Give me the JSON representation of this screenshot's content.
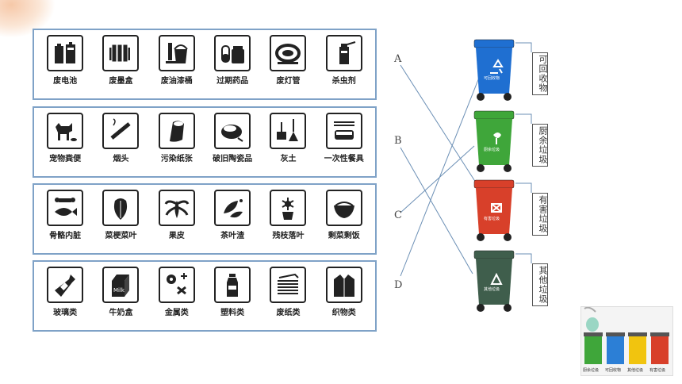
{
  "groups": [
    {
      "name": "harmful",
      "items": [
        {
          "label": "废电池",
          "icon": "battery-icon"
        },
        {
          "label": "废墨盒",
          "icon": "ink-cartridge-icon"
        },
        {
          "label": "废油漆桶",
          "icon": "paint-bucket-icon"
        },
        {
          "label": "过期药品",
          "icon": "medicine-icon"
        },
        {
          "label": "废灯管",
          "icon": "lamp-tube-icon"
        },
        {
          "label": "杀虫剂",
          "icon": "insecticide-icon"
        }
      ]
    },
    {
      "name": "other",
      "items": [
        {
          "label": "宠物粪便",
          "icon": "pet-waste-icon"
        },
        {
          "label": "烟头",
          "icon": "cigarette-icon"
        },
        {
          "label": "污染纸张",
          "icon": "tissue-roll-icon"
        },
        {
          "label": "破旧陶瓷品",
          "icon": "broken-ceramic-icon"
        },
        {
          "label": "灰土",
          "icon": "dustpan-broom-icon"
        },
        {
          "label": "一次性餐具",
          "icon": "disposable-tableware-icon"
        }
      ]
    },
    {
      "name": "kitchen",
      "items": [
        {
          "label": "骨骼内脏",
          "icon": "bone-fish-icon"
        },
        {
          "label": "菜梗菜叶",
          "icon": "vegetable-leaf-icon"
        },
        {
          "label": "果皮",
          "icon": "fruit-peel-icon"
        },
        {
          "label": "茶叶渣",
          "icon": "tea-leaves-icon"
        },
        {
          "label": "残枝落叶",
          "icon": "potted-plant-icon"
        },
        {
          "label": "剩菜剩饭",
          "icon": "leftover-bowl-icon"
        }
      ]
    },
    {
      "name": "recyclable",
      "items": [
        {
          "label": "玻璃类",
          "icon": "glass-bottle-icon"
        },
        {
          "label": "牛奶盒",
          "icon": "milk-carton-icon"
        },
        {
          "label": "金属类",
          "icon": "metal-parts-icon"
        },
        {
          "label": "塑料类",
          "icon": "plastic-bottle-icon"
        },
        {
          "label": "废纸类",
          "icon": "paper-stack-icon"
        },
        {
          "label": "织物类",
          "icon": "clothing-icon"
        }
      ]
    }
  ],
  "letters": [
    "A",
    "B",
    "C",
    "D"
  ],
  "bins": [
    {
      "tag": "可回收物",
      "color": "#1f6fd1",
      "icon": "recycle-icon",
      "caption": "可回收物"
    },
    {
      "tag": "厨余垃圾",
      "color": "#3fa63a",
      "icon": "kitchen-waste-icon",
      "caption": "厨余垃圾"
    },
    {
      "tag": "有害垃圾",
      "color": "#d8402a",
      "icon": "harmful-icon",
      "caption": "有害垃圾"
    },
    {
      "tag": "其他垃圾",
      "color": "#3f5e4c",
      "icon": "other-waste-icon",
      "caption": "其他垃圾"
    }
  ],
  "mini_bins": [
    {
      "label": "厨余垃圾",
      "color": "#3fa63a"
    },
    {
      "label": "可回收物",
      "color": "#2c7fd6"
    },
    {
      "label": "其他垃圾",
      "color": "#f1c40f"
    },
    {
      "label": "有害垃圾",
      "color": "#d8402a"
    }
  ]
}
